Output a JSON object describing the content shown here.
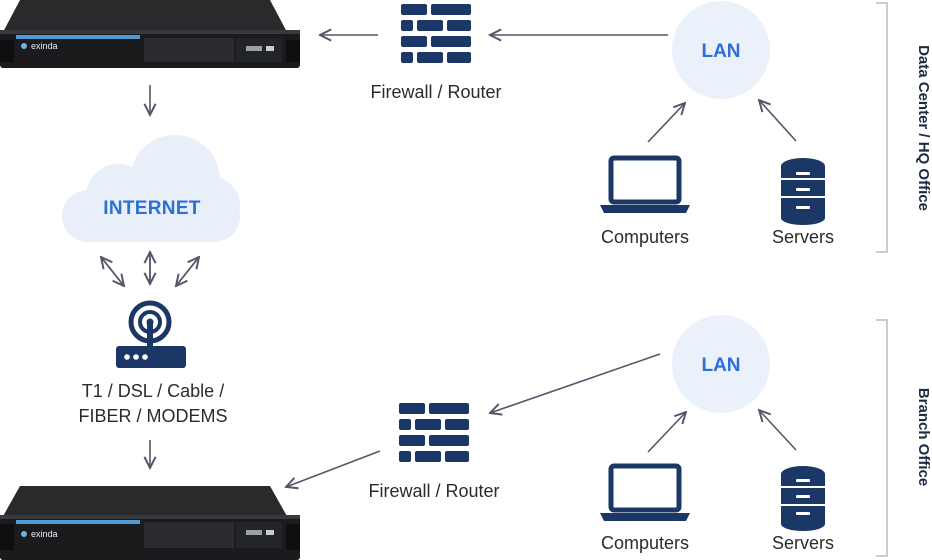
{
  "colors": {
    "navy": "#1a3766",
    "lan_circle": "#eaf1fb",
    "cloud": "#e8eff9",
    "accent_text": "#2e6ed6",
    "arrow": "#55566a",
    "appliance_body": "#1b1b1d",
    "appliance_stripe": "#4e9ad6"
  },
  "icons": [
    "appliance-icon",
    "firewall-icon",
    "cloud-icon",
    "wireless-modem-icon",
    "laptop-icon",
    "server-stack-icon",
    "arrow-icon"
  ],
  "labels": {
    "appliance_brand_top": "exinda",
    "appliance_brand_bottom": "exinda",
    "firewall_top": "Firewall / Router",
    "firewall_bottom": "Firewall / Router",
    "lan_top": "LAN",
    "lan_bottom": "LAN",
    "internet": "INTERNET",
    "modem_line1": "T1 / DSL / Cable /",
    "modem_line2": "FIBER / MODEMS",
    "computers_top": "Computers",
    "servers_top": "Servers",
    "computers_bottom": "Computers",
    "servers_bottom": "Servers",
    "section_top": "Data Center / HQ Office",
    "section_bottom": "Branch Office"
  }
}
